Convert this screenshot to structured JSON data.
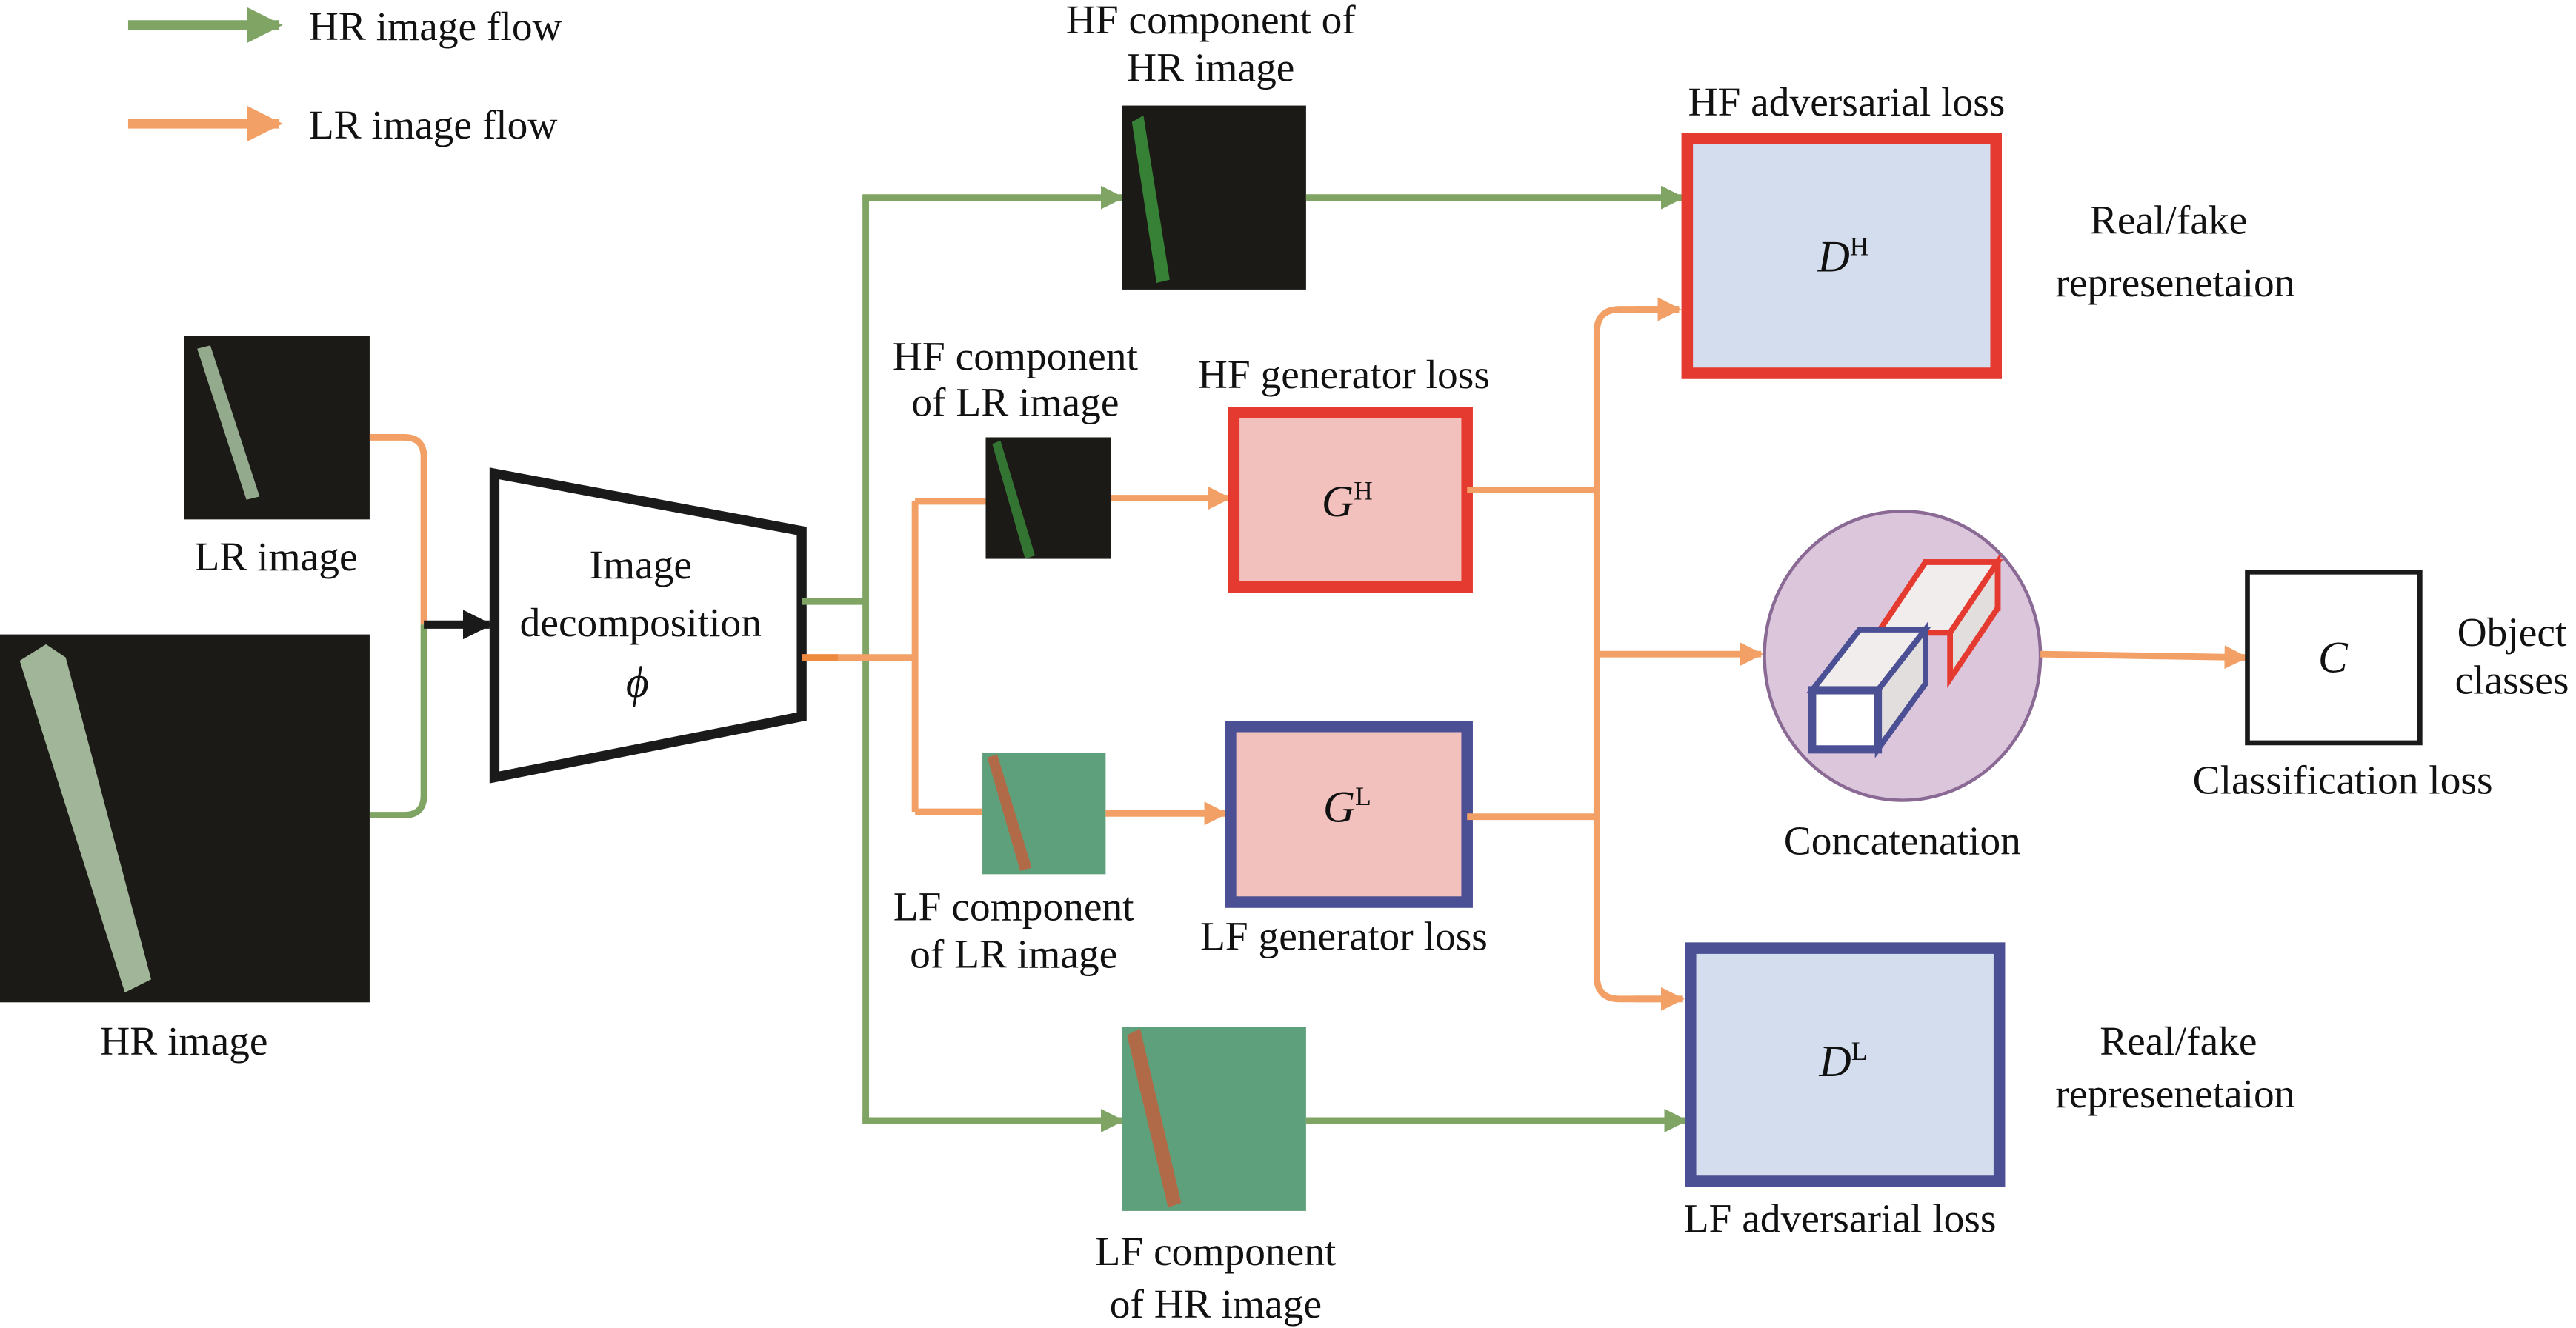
{
  "colors": {
    "hr_flow": "#7fa464",
    "lr_flow": "#f2a065",
    "decomp_orange": "#ee8a40",
    "black": "#1a1a1a",
    "red_border": "#e53a30",
    "blue_border": "#4b4f93",
    "generator_fill": "#f2c0bd",
    "discriminator_fill": "#d3ddee",
    "concat_fill": "#dcc6dc",
    "concat_stroke": "#8a6a94",
    "dark_image_bg": "#1c1a17",
    "lf_image_bg": "#5fa07c",
    "ship_hf": "#3f9b3f",
    "ship_lf": "#c0603e",
    "ship_rgb": "#b9d2b0"
  },
  "legend": {
    "items": [
      {
        "label": "HR image flow",
        "color_key": "hr_flow"
      },
      {
        "label": "LR image flow",
        "color_key": "lr_flow"
      }
    ]
  },
  "inputs": {
    "lr_image_label": "LR image",
    "hr_image_label": "HR image"
  },
  "decomposition": {
    "line1": "Image",
    "line2": "decomposition",
    "symbol": "ϕ"
  },
  "components": {
    "hf_hr": {
      "line1": "HF component of",
      "line2": "HR image"
    },
    "hf_lr": {
      "line1": "HF component",
      "line2": "of LR image"
    },
    "lf_lr": {
      "line1": "LF component",
      "line2": "of LR image"
    },
    "lf_hr": {
      "line1": "LF component",
      "line2": "of HR image"
    }
  },
  "generators": {
    "hf": {
      "symbol": "G",
      "sup": "H",
      "loss_label": "HF generator loss"
    },
    "lf": {
      "symbol": "G",
      "sup": "L",
      "loss_label": "LF generator loss"
    }
  },
  "discriminators": {
    "hf": {
      "symbol": "D",
      "sup": "H",
      "loss_label": "HF adversarial loss",
      "out_line1": "Real/fake",
      "out_line2": "represenetaion"
    },
    "lf": {
      "symbol": "D",
      "sup": "L",
      "loss_label": "LF adversarial loss",
      "out_line1": "Real/fake",
      "out_line2": "represenetaion"
    }
  },
  "concatenation": {
    "label": "Concatenation"
  },
  "classifier": {
    "symbol": "C",
    "loss_label": "Classification loss",
    "out_line1": "Object",
    "out_line2": "classes"
  }
}
